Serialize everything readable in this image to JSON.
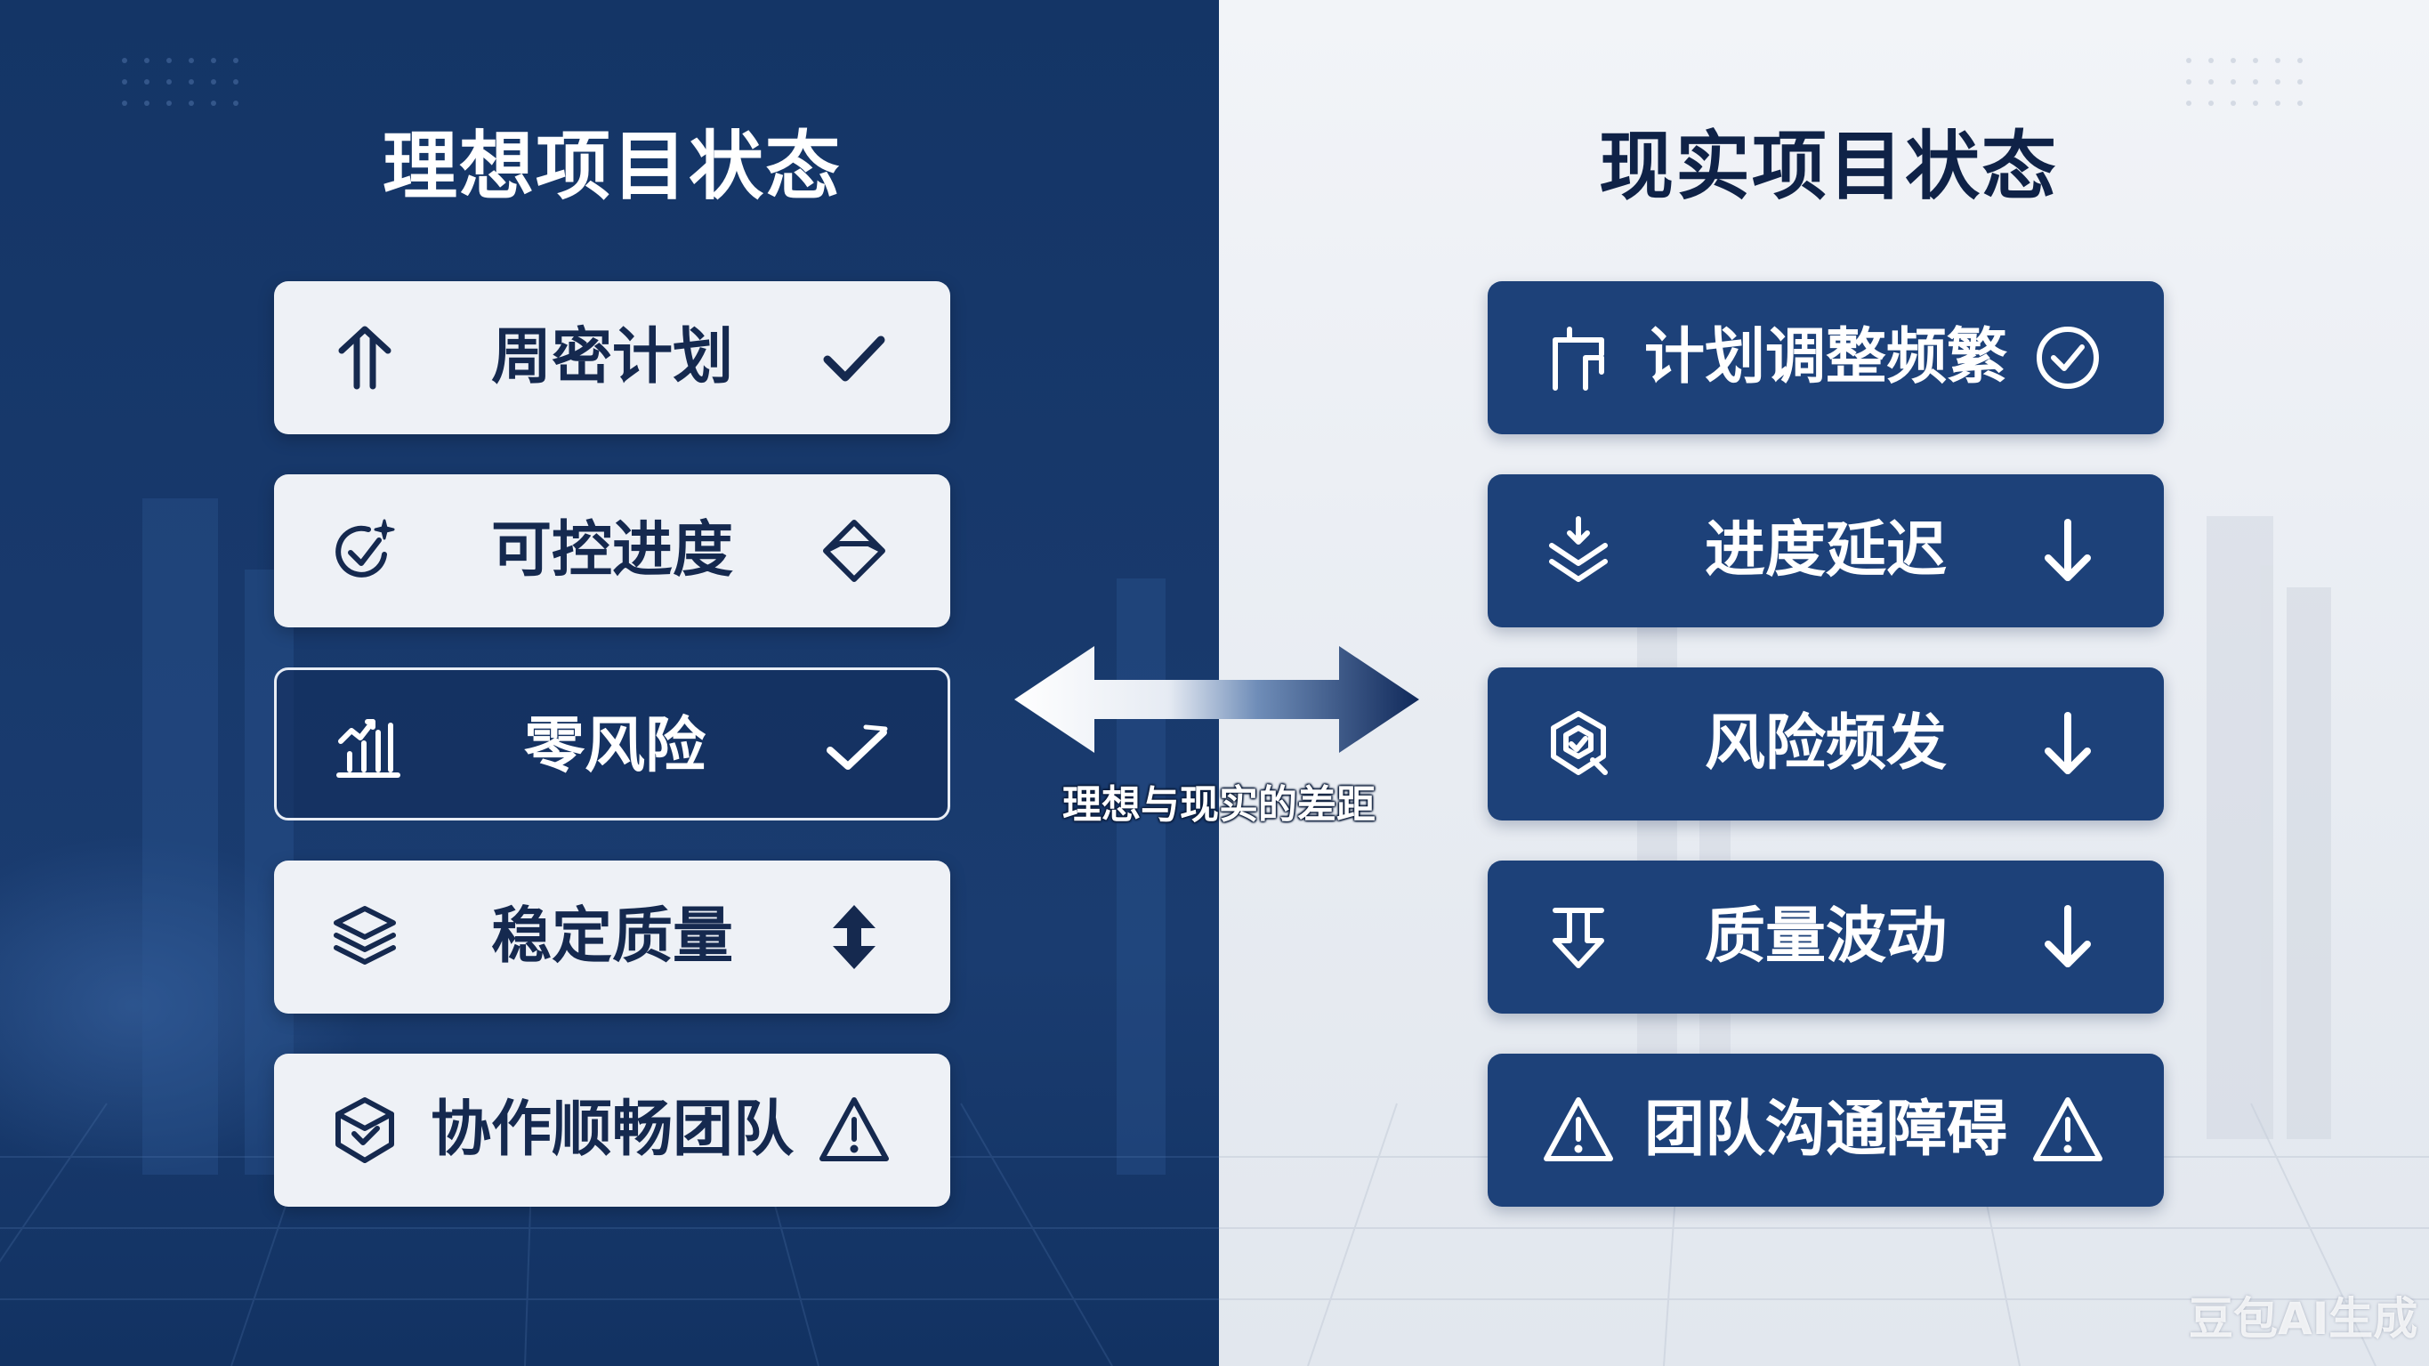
{
  "ideal": {
    "title": "理想项目状态",
    "items": [
      {
        "label": "周密计划",
        "icon": "double-up-arrow-icon",
        "trail_icon": "check-icon",
        "style": "light"
      },
      {
        "label": "可控进度",
        "icon": "check-circle-sparkle-icon",
        "trail_icon": "diamond-icon",
        "style": "light"
      },
      {
        "label": "零风险",
        "icon": "bar-chart-icon",
        "trail_icon": "check-icon",
        "style": "outline"
      },
      {
        "label": "稳定质量",
        "icon": "layers-icon",
        "trail_icon": "up-down-arrow-icon",
        "style": "light"
      },
      {
        "label": "协作顺畅团队",
        "icon": "box-check-icon",
        "trail_icon": "warning-icon",
        "style": "light"
      }
    ]
  },
  "reality": {
    "title": "现实项目状态",
    "items": [
      {
        "label": "计划调整频繁",
        "icon": "split-path-icon",
        "trail_icon": "check-circle-icon",
        "style": "dark"
      },
      {
        "label": "进度延迟",
        "icon": "chevrons-down-icon",
        "trail_icon": "down-arrow-icon",
        "style": "dark"
      },
      {
        "label": "风险频发",
        "icon": "shield-hex-check-icon",
        "trail_icon": "down-arrow-icon",
        "style": "dark"
      },
      {
        "label": "质量波动",
        "icon": "down-arrow-box-icon",
        "trail_icon": "down-arrow-icon",
        "style": "dark"
      },
      {
        "label": "团队沟通障碍",
        "icon": "warning-icon",
        "trail_icon": "warning-icon",
        "style": "dark"
      }
    ]
  },
  "gap": {
    "label": "理想与现实的差距",
    "icon": "double-headed-arrow-icon"
  },
  "watermark": "豆包AI生成",
  "colors": {
    "left_background": "#163868",
    "right_background": "#eaeef3",
    "card_light": "#eef1f6",
    "card_dark": "#1d4179",
    "ideal_text": "#15294f",
    "reality_title": "#0f2247"
  }
}
